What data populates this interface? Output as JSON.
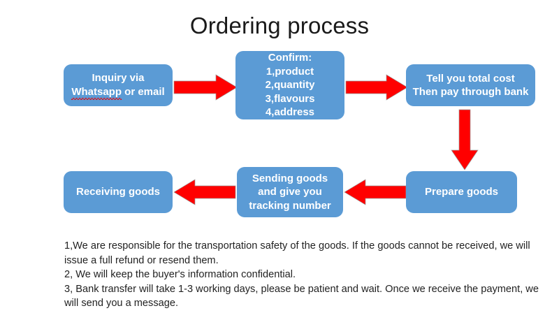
{
  "slide": {
    "title": "Ordering process",
    "background_color": "#FFFFFF",
    "box_fill_color": "#5B9BD5",
    "box_text_color": "#FFFFFF",
    "arrow_color": "#FF0000",
    "title_color": "#1A1A1A"
  },
  "flow": {
    "nodes": [
      {
        "id": "inquiry",
        "lines": [
          "Inquiry via",
          "Whatsapp or email"
        ],
        "line1": "Inquiry via",
        "line2_misspelled": "Whatsapp",
        "line2_rest": " or email"
      },
      {
        "id": "confirm",
        "lines": [
          "Confirm:",
          "1,product",
          "2,quantity",
          "3,flavours",
          "4,address"
        ],
        "l0": "Confirm:",
        "l1": "1,product",
        "l2": "2,quantity",
        "l3": "3,flavours",
        "l4": "4,address"
      },
      {
        "id": "total-cost",
        "lines": [
          "Tell you total cost",
          "Then pay through bank"
        ],
        "l0": "Tell you total cost",
        "l1": "Then pay through bank"
      },
      {
        "id": "prepare-goods",
        "lines": [
          "Prepare goods"
        ],
        "l0": "Prepare goods"
      },
      {
        "id": "sending-goods",
        "lines": [
          "Sending goods",
          "and give you",
          "tracking number"
        ],
        "l0": "Sending goods",
        "l1": "and give you",
        "l2": "tracking number"
      },
      {
        "id": "receiving-goods",
        "lines": [
          "Receiving goods"
        ],
        "l0": "Receiving goods"
      }
    ],
    "connectors": [
      {
        "id": "inquiry-to-confirm",
        "direction": "right"
      },
      {
        "id": "confirm-to-total-cost",
        "direction": "right"
      },
      {
        "id": "total-cost-to-prepare",
        "direction": "down"
      },
      {
        "id": "prepare-to-sending",
        "direction": "left"
      },
      {
        "id": "sending-to-receiving",
        "direction": "left"
      }
    ]
  },
  "notes": {
    "note1": "1,We are responsible for the transportation safety of the goods. If the goods cannot be received, we will issue a full refund or resend them.",
    "note2": "2, We will keep the buyer's information confidential.",
    "note3": "3, Bank transfer will take 1-3 working days, please be patient and wait. Once we receive the payment, we will send you a message."
  }
}
